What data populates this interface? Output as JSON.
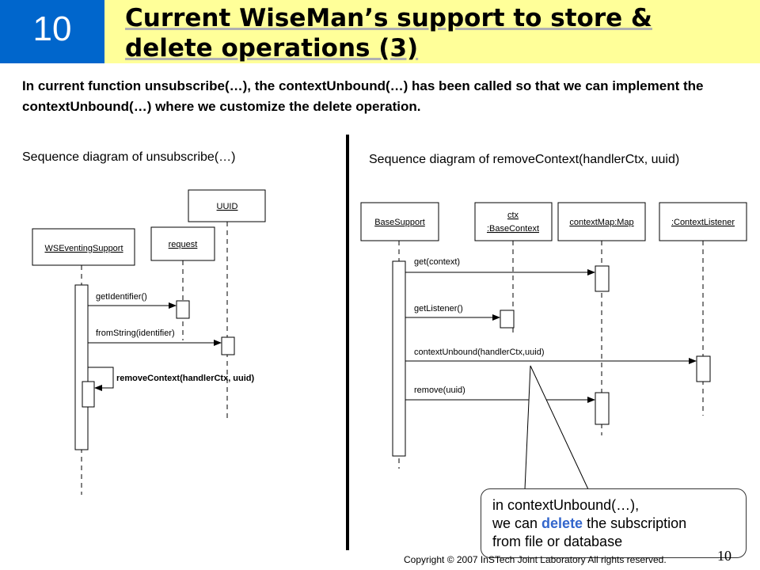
{
  "slide": {
    "number": "10",
    "title": "Current WiseMan’s support to store & delete operations (3)",
    "intro": "In current function unsubscribe(…), the contextUnbound(…) has been called so that we can implement the contextUnbound(…) where we customize the delete operation.",
    "colors": {
      "slide_number_bg": "#0066cc",
      "title_bg": "#ffff99",
      "highlight": "#3366cc"
    }
  },
  "left_diagram": {
    "title": "Sequence diagram of unsubscribe(…)",
    "objects": {
      "wseventing": "WSEventingSupport",
      "request": "request",
      "uuid": "UUID"
    },
    "messages": {
      "m1": "getIdentifier()",
      "m2": "fromString(identifier)",
      "m3": "removeContext(handlerCtx,  uuid)"
    }
  },
  "right_diagram": {
    "title": "Sequence diagram of removeContext(handlerCtx, uuid)",
    "objects": {
      "basesupport": "BaseSupport",
      "ctx_line1": "ctx",
      "ctx_line2": ":BaseContext",
      "contextmap": "contextMap:Map",
      "listener": ":ContextListener"
    },
    "messages": {
      "m1": "get(context)",
      "m2": "getListener()",
      "m3": "contextUnbound(handlerCtx,uuid)",
      "m4": "remove(uuid)"
    }
  },
  "callout": {
    "line1": "in contextUnbound(…),",
    "line2_before": "we can ",
    "line2_highlight": "delete",
    "line2_after": " the subscription",
    "line3": "from file or database"
  },
  "footer": {
    "copyright": "Copyright © 2007 InSTech  Joint Laboratory All rights reserved.",
    "page": "10"
  }
}
